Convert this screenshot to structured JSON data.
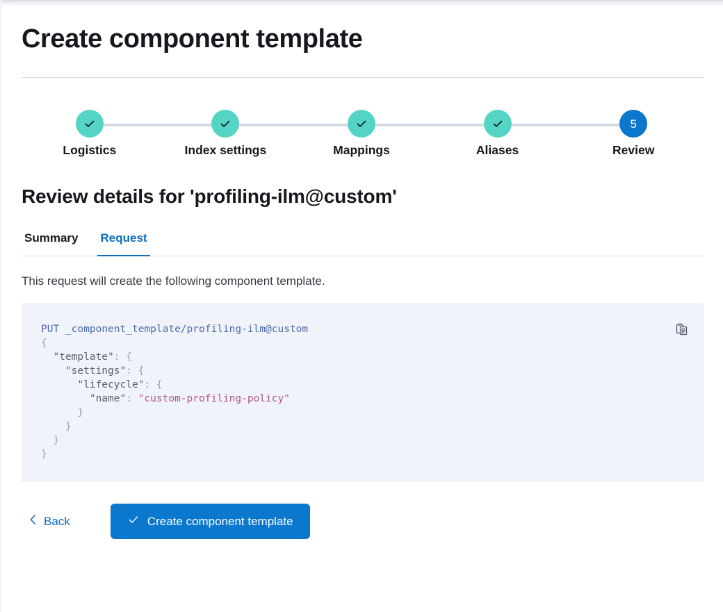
{
  "header": {
    "title": "Create component template"
  },
  "stepper": {
    "steps": [
      {
        "label": "Logistics",
        "state": "complete",
        "number": "1",
        "icon": "check-icon"
      },
      {
        "label": "Index settings",
        "state": "complete",
        "number": "2",
        "icon": "check-icon"
      },
      {
        "label": "Mappings",
        "state": "complete",
        "number": "3",
        "icon": "check-icon"
      },
      {
        "label": "Aliases",
        "state": "complete",
        "number": "4",
        "icon": "check-icon"
      },
      {
        "label": "Review",
        "state": "current",
        "number": "5",
        "icon": ""
      }
    ],
    "colors": {
      "complete": "#54d4c4",
      "current": "#0b77cd",
      "line": "#d3dae6"
    }
  },
  "section": {
    "title": "Review details for 'profiling-ilm@custom'"
  },
  "tabs": {
    "items": [
      {
        "label": "Summary",
        "active": false
      },
      {
        "label": "Request",
        "active": true
      }
    ],
    "active_color": "#0b6ebd"
  },
  "request": {
    "description": "This request will create the following component template.",
    "method": "PUT",
    "path": "_component_template/profiling-ilm@custom",
    "body_lines": [
      "{",
      "  \"template\": {",
      "    \"settings\": {",
      "      \"lifecycle\": {",
      "        \"name\": \"custom-profiling-policy\"",
      "      }",
      "    }",
      "  }",
      "}"
    ],
    "string_value": "custom-profiling-policy",
    "copy_icon": "copy-clipboard-icon"
  },
  "footer": {
    "back_label": "Back",
    "back_icon": "chevron-left-icon",
    "create_label": "Create component template",
    "create_icon": "check-icon",
    "primary_color": "#0b77cd"
  }
}
